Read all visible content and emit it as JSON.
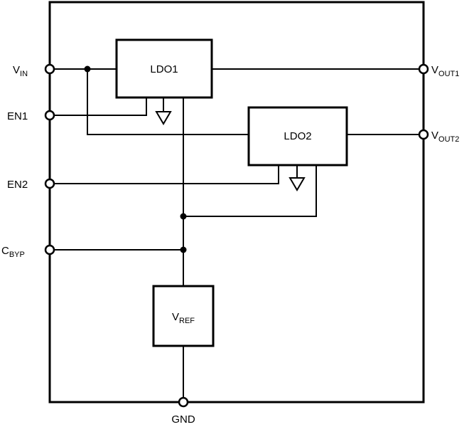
{
  "pins": {
    "vin": {
      "main": "V",
      "sub": "IN"
    },
    "en1": "EN1",
    "en2": "EN2",
    "cbyp": {
      "main": "C",
      "sub": "BYP"
    },
    "vout1": {
      "main": "V",
      "sub": "OUT1"
    },
    "vout2": {
      "main": "V",
      "sub": "OUT2"
    },
    "gnd": "GND"
  },
  "blocks": {
    "ldo1": "LDO1",
    "ldo2": "LDO2",
    "vref": {
      "main": "V",
      "sub": "REF"
    }
  }
}
